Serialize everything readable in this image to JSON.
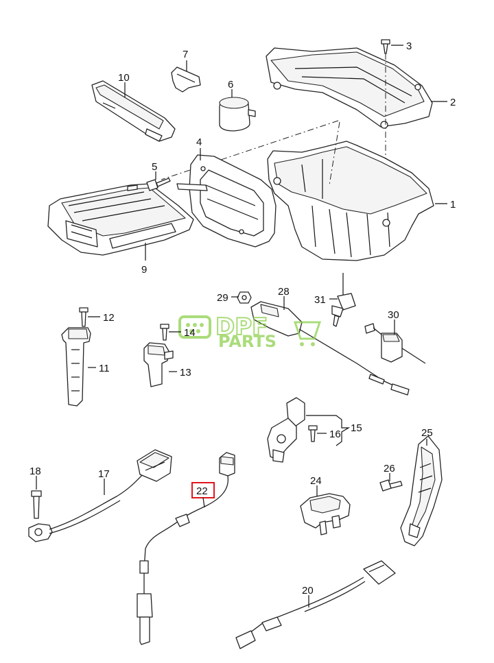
{
  "callouts": {
    "c1": "1",
    "c2": "2",
    "c3": "3",
    "c4": "4",
    "c5": "5",
    "c6": "6",
    "c7": "7",
    "c9": "9",
    "c10": "10",
    "c11": "11",
    "c12": "12",
    "c13": "13",
    "c14": "14",
    "c15": "15",
    "c16": "16",
    "c17": "17",
    "c18": "18",
    "c20": "20",
    "c22": "22",
    "c24": "24",
    "c25": "25",
    "c26": "26",
    "c28": "28",
    "c29": "29",
    "c30": "30",
    "c31": "31"
  },
  "highlight": {
    "color": "#e0141c",
    "part": "22"
  },
  "watermark": {
    "word1": "DPF",
    "word2": "PARTS",
    "color": "#8fd14f"
  }
}
